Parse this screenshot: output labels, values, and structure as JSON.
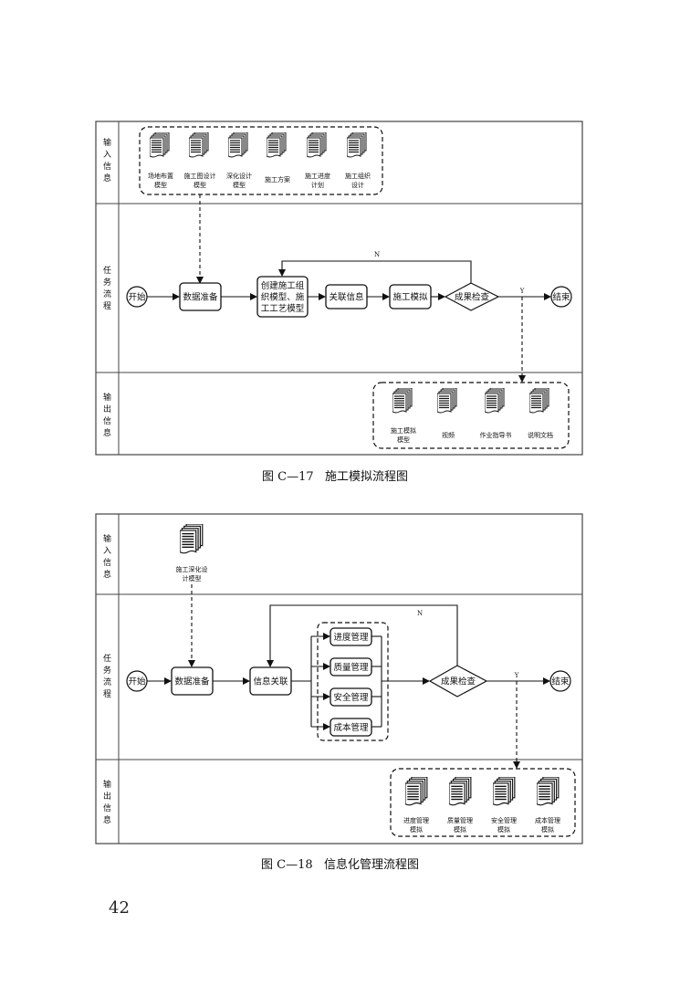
{
  "fig17": {
    "lanes": {
      "input": [
        "输",
        "入",
        "信",
        "息"
      ],
      "task": [
        "任",
        "务",
        "流",
        "程"
      ],
      "output": [
        "输",
        "出",
        "信",
        "息"
      ]
    },
    "inputs": [
      {
        "line1": "场地布置",
        "line2": "模型"
      },
      {
        "line1": "施工图设计",
        "line2": "模型"
      },
      {
        "line1": "深化设计",
        "line2": "模型"
      },
      {
        "line1": "施工方案",
        "line2": ""
      },
      {
        "line1": "施工进度",
        "line2": "计划"
      },
      {
        "line1": "施工组织",
        "line2": "设计"
      }
    ],
    "start": "开始",
    "data_prep": "数据准备",
    "create_model": {
      "line1": "创建施工组",
      "line2": "织模型、施",
      "line3": "工工艺模型"
    },
    "link_info": "关联信息",
    "simulate": "施工模拟",
    "check": "成果检查",
    "end": "结束",
    "no_label": "N",
    "yes_label": "Y",
    "outputs": [
      {
        "line1": "施工模拟",
        "line2": "模型"
      },
      {
        "line1": "视频",
        "line2": ""
      },
      {
        "line1": "作业指导书",
        "line2": ""
      },
      {
        "line1": "说明文档",
        "line2": ""
      }
    ],
    "caption": "图 C—17   施工模拟流程图"
  },
  "fig18": {
    "lanes": {
      "input": [
        "输",
        "入",
        "信",
        "息"
      ],
      "task": [
        "任",
        "务",
        "流",
        "程"
      ],
      "output": [
        "输",
        "出",
        "信",
        "息"
      ]
    },
    "inputs": [
      {
        "line1": "施工深化设",
        "line2": "计模型"
      }
    ],
    "start": "开始",
    "data_prep": "数据准备",
    "info_link": "信息关联",
    "mgmt": [
      "进度管理",
      "质量管理",
      "安全管理",
      "成本管理"
    ],
    "check": "成果检查",
    "end": "结束",
    "no_label": "N",
    "yes_label": "Y",
    "outputs": [
      {
        "line1": "进度管理",
        "line2": "模拟"
      },
      {
        "line1": "质量管理",
        "line2": "模拟"
      },
      {
        "line1": "安全管理",
        "line2": "模拟"
      },
      {
        "line1": "成本管理",
        "line2": "模拟"
      }
    ],
    "caption": "图 C—18   信息化管理流程图"
  },
  "page_number": "42"
}
